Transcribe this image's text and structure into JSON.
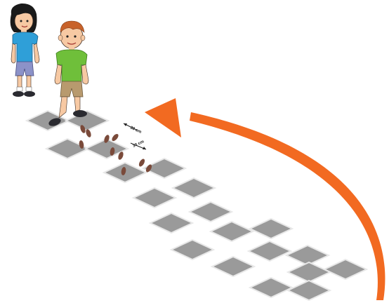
{
  "illustration": {
    "measure_labels": [
      "30 cm",
      "30 cm"
    ],
    "colors": {
      "background": "#ffffff",
      "square_fill": "#9a9a9a",
      "square_stroke": "#e8e8e8",
      "arrow": "#f26a21",
      "footprint": "#7a4a3a",
      "girl_shirt": "#2f9fd8",
      "girl_shorts": "#8c92c8",
      "boy_shirt": "#6fbf3a",
      "boy_shorts": "#b89a6e",
      "boy_hair": "#c8622a",
      "girl_hair": "#1a1a1a",
      "skin": "#f7c9a3"
    },
    "icons": [
      "girl-figure",
      "boy-figure",
      "hopscotch-grid",
      "curved-arrow",
      "footprint"
    ]
  }
}
